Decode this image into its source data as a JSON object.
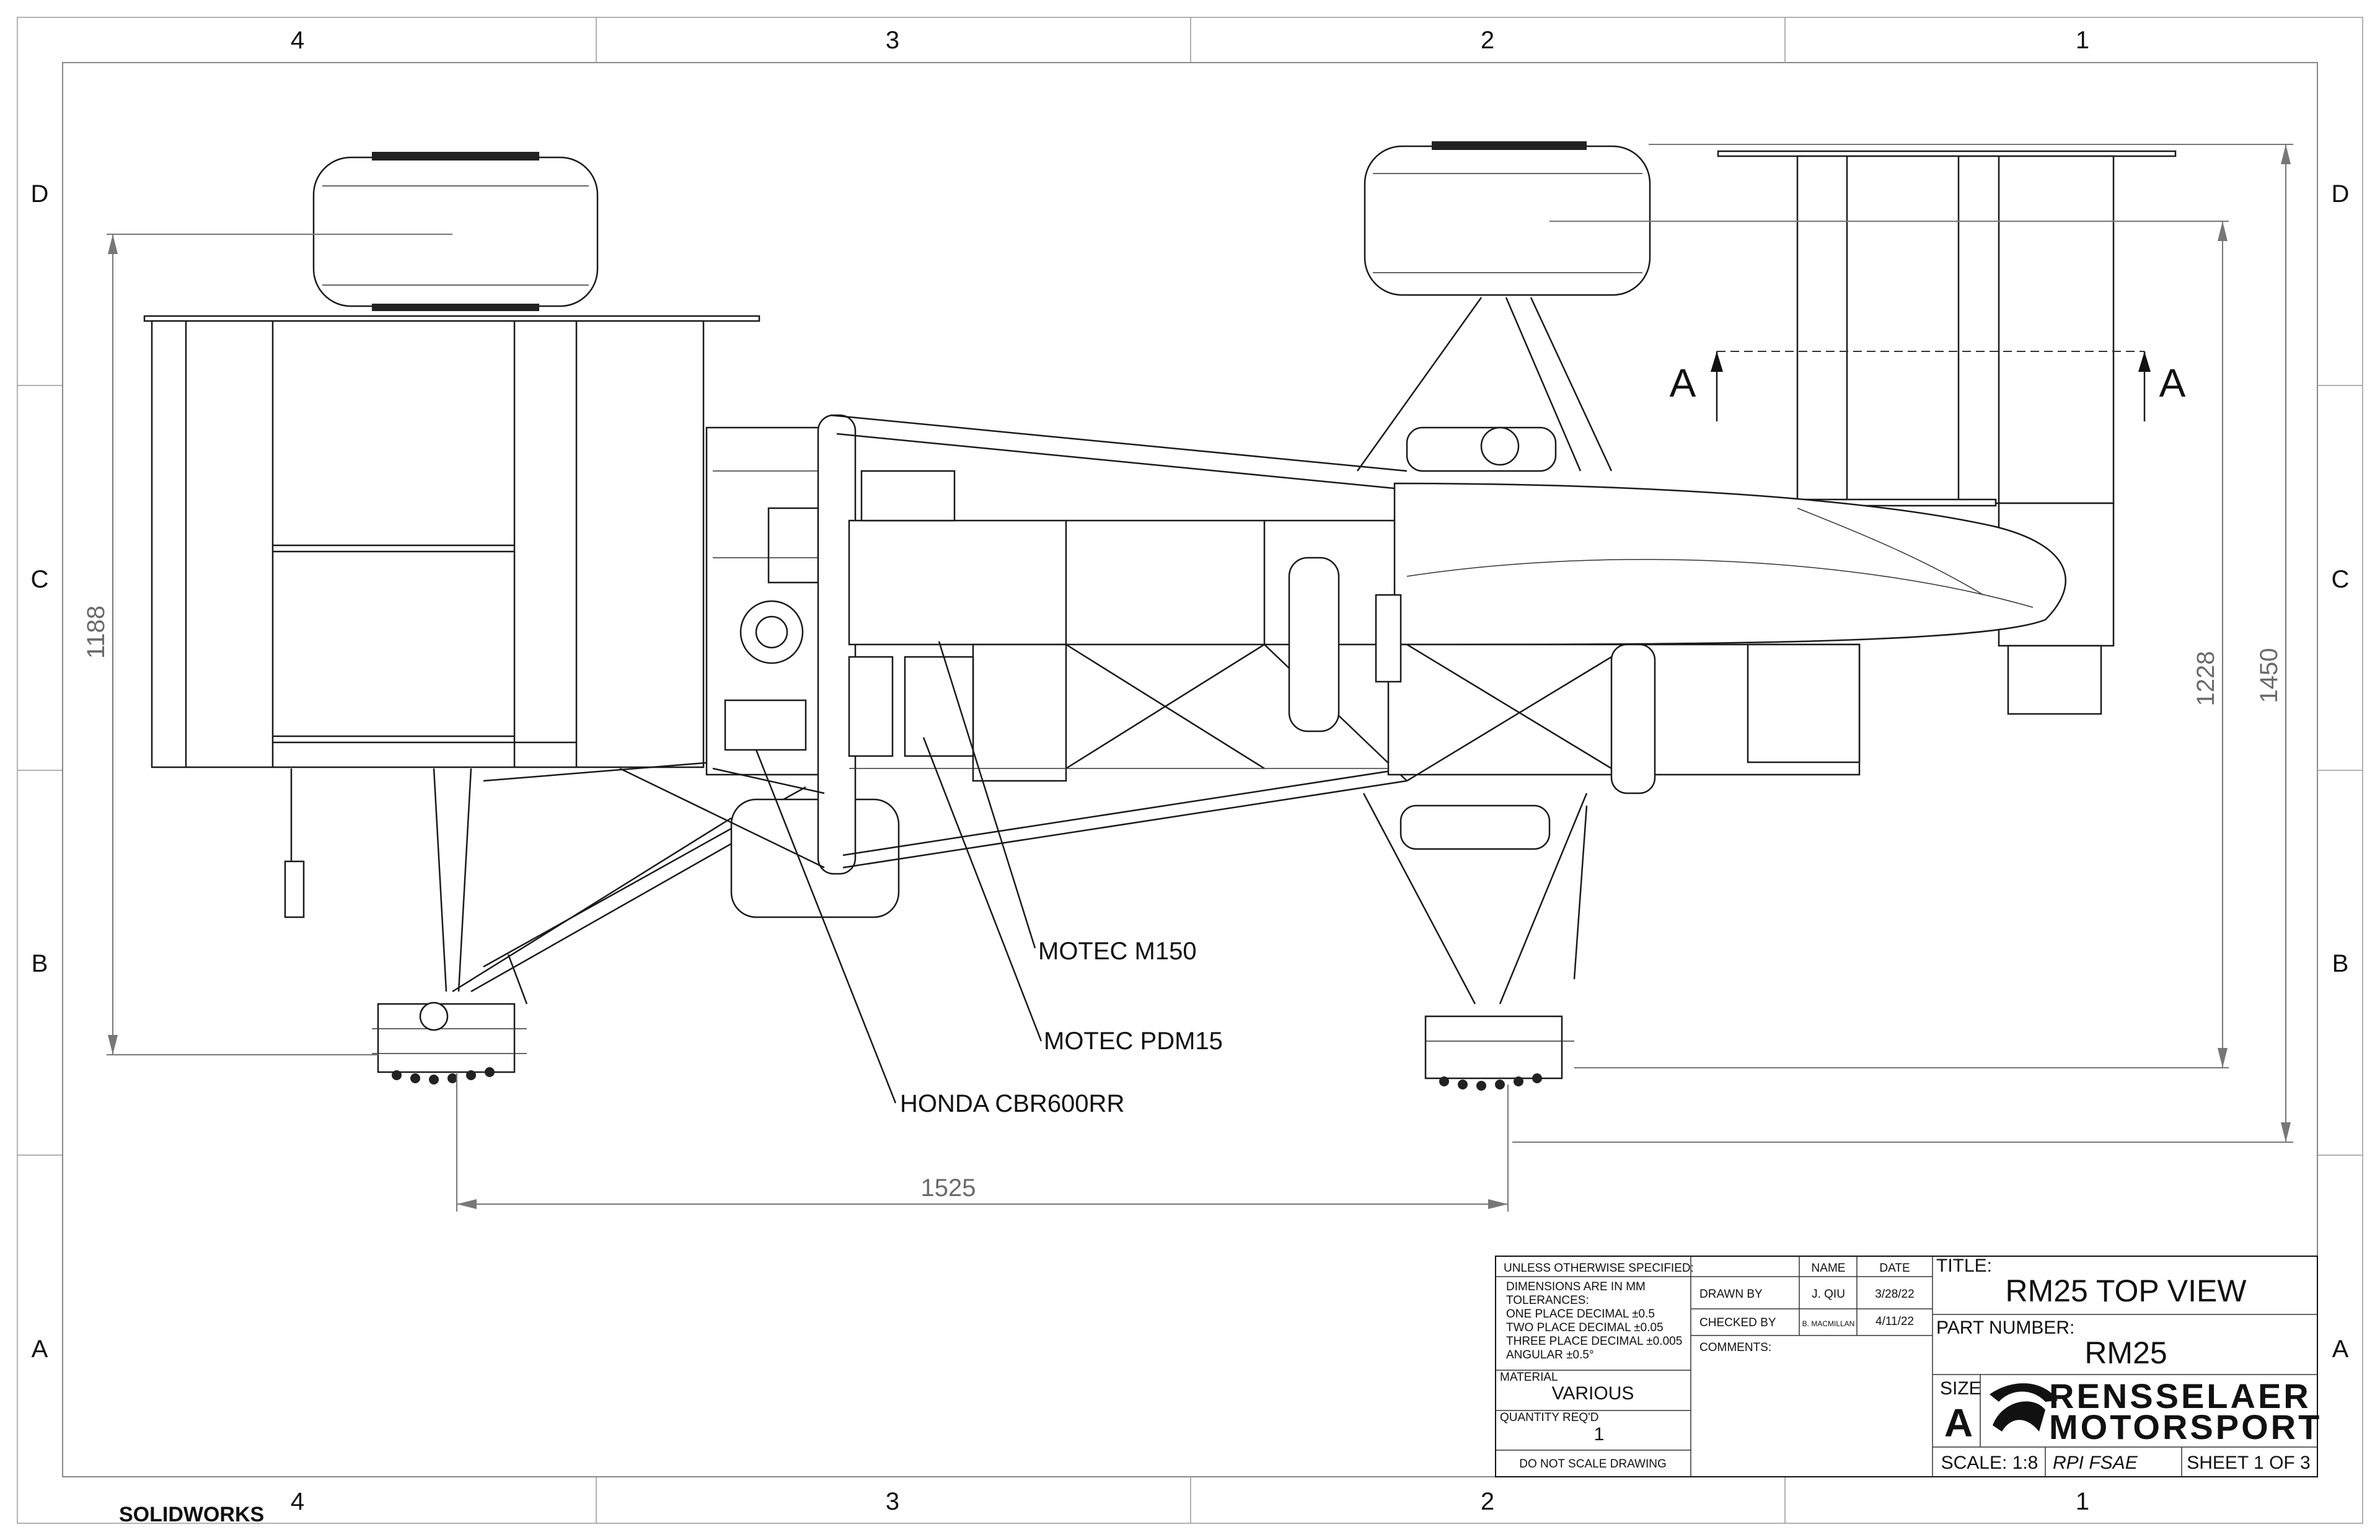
{
  "zones": {
    "columns": [
      "4",
      "3",
      "2",
      "1"
    ],
    "rows": [
      "D",
      "C",
      "B",
      "A"
    ]
  },
  "dimensions": {
    "rear_track": "1188",
    "front_track": "1228",
    "overall_width": "1450",
    "wheelbase": "1525"
  },
  "section": {
    "left_label": "A",
    "right_label": "A"
  },
  "callouts": {
    "ecu": "MOTEC M150",
    "pdm": "MOTEC PDM15",
    "engine": "HONDA CBR600RR"
  },
  "title_block": {
    "tolerance_header": "UNLESS OTHERWISE SPECIFIED:",
    "tolerance_lines": [
      "DIMENSIONS ARE IN MM",
      "TOLERANCES:",
      "ONE PLACE DECIMAL ±0.5",
      "TWO PLACE DECIMAL  ±0.05",
      "THREE PLACE DECIMAL  ±0.005",
      "ANGULAR  ±0.5°"
    ],
    "material_label": "MATERIAL",
    "material_value": "VARIOUS",
    "quantity_label": "QUANTITY REQ'D",
    "quantity_value": "1",
    "do_not_scale": "DO NOT SCALE DRAWING",
    "name_header": "NAME",
    "date_header": "DATE",
    "drawn_by_label": "DRAWN BY",
    "drawn_by_name": "J. QIU",
    "drawn_by_date": "3/28/22",
    "checked_by_label": "CHECKED BY",
    "checked_by_name": "B. MACMILLAN",
    "checked_by_date": "4/11/22",
    "comments_label": "COMMENTS:",
    "title_label": "TITLE:",
    "title_value": "RM25 TOP VIEW",
    "part_number_label": "PART NUMBER:",
    "part_number_value": "RM25",
    "size_label": "SIZE",
    "size_value": "A",
    "brand_line1": "RENSSELAER",
    "brand_line2": "MOTORSPORT",
    "scale": "SCALE: 1:8",
    "org": "RPI FSAE",
    "sheet": "SHEET 1 OF 3"
  },
  "software_label": "SOLIDWORKS"
}
